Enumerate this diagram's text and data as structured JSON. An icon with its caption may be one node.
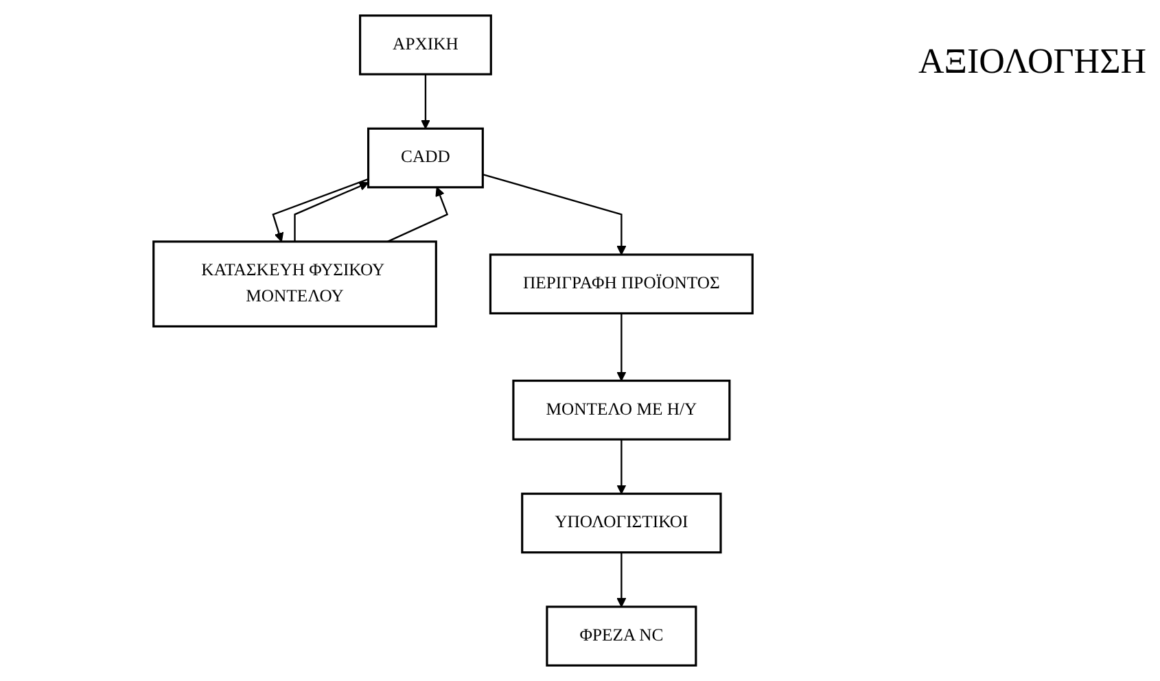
{
  "diagram": {
    "nodes": [
      {
        "text": [
          "ΑΡΧΙΚΗ"
        ]
      },
      {
        "text": [
          "CADD"
        ]
      },
      {
        "text": [
          "ΚΑΤΑΣΚΕΥΗ ΦΥΣΙΚΟΥ ΜΟΝΤΕΛΟΥ"
        ]
      },
      {
        "text": [
          "ΠΕΡΙΓΡΑΦΗ ΠΡΟΪΟΝΤΟΣ"
        ]
      },
      {
        "text": [
          "ΜΟΝΤΕΛΟ ΜΕ Η/Υ"
        ]
      },
      {
        "text": [
          "ΥΠΟΛΟΓΙΣΤΙΚΟΙ"
        ]
      },
      {
        "text": [
          "ΦΡΕΖΑ NC"
        ]
      }
    ],
    "edges": [
      {
        "from": 0,
        "to": 1,
        "arrow": "to"
      },
      {
        "from": 2,
        "to": 1,
        "arrow": "to"
      },
      {
        "from": 2,
        "to": 1,
        "arrow": "to"
      },
      {
        "from": 1,
        "to": 2,
        "arrow": "to"
      },
      {
        "from": 1,
        "to": 3,
        "arrow": "to"
      },
      {
        "from": 3,
        "to": 4,
        "arrow": "to"
      },
      {
        "from": 4,
        "to": 5,
        "arrow": "to"
      },
      {
        "from": 5,
        "to": 6,
        "arrow": "to"
      }
    ],
    "labels": [
      "ΑΞΙΟΛΟΓΗΣΗ"
    ]
  }
}
